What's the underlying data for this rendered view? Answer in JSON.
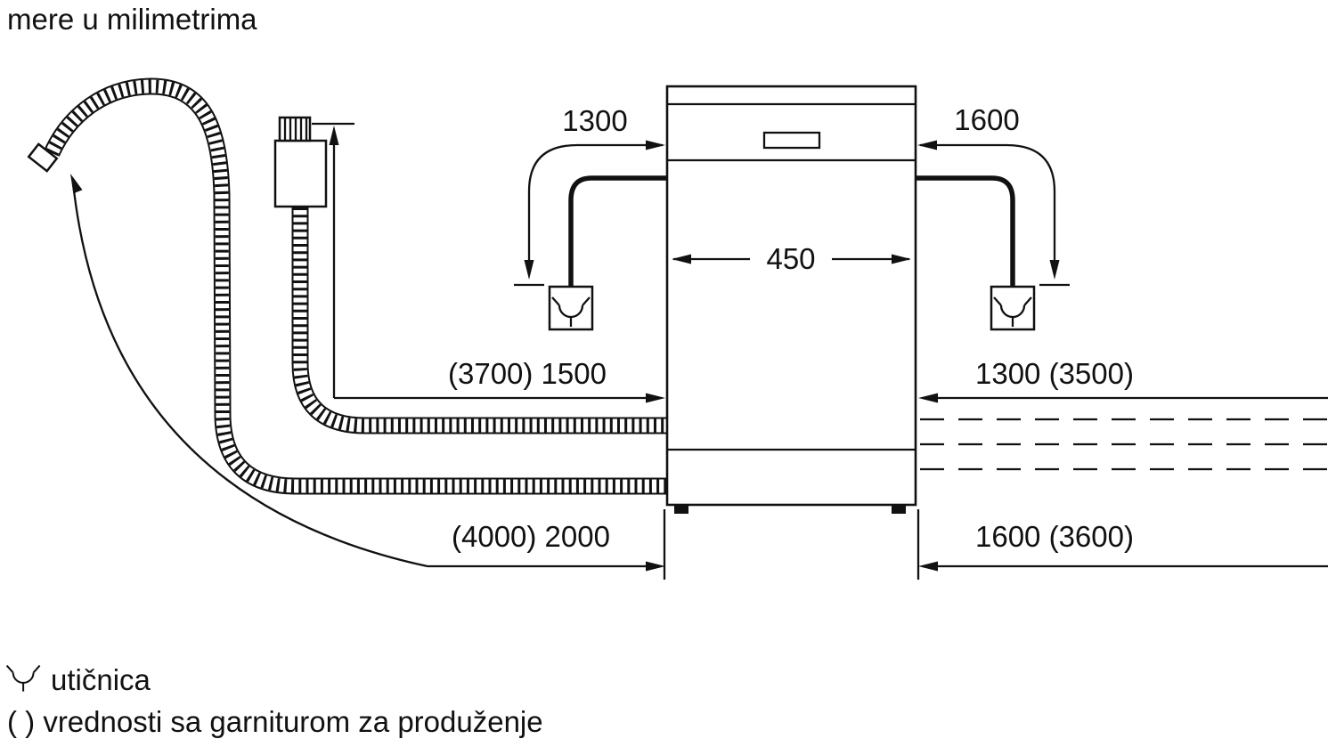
{
  "title": "mere u milimetrima",
  "colors": {
    "line": "#111111",
    "background": "#ffffff"
  },
  "dimensions": {
    "appliance_width": "450",
    "top_left": "1300",
    "top_right": "1600",
    "mid_left": "(3700) 1500",
    "mid_right": "1300 (3500)",
    "bottom_left": "(4000) 2000",
    "bottom_right": "1600 (3600)"
  },
  "icons": {
    "socket": "socket-outlet-icon"
  },
  "legend": {
    "socket_label": "utičnica",
    "note": "( ) vrednosti sa garniturom za produženje"
  }
}
